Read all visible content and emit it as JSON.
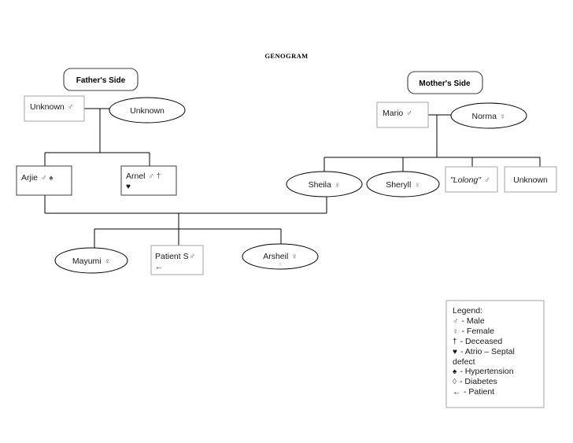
{
  "page": {
    "title": "GENOGRAM",
    "background": "#ffffff",
    "line_color": "#000000"
  },
  "banners": {
    "fathers_side": "Father's Side",
    "mothers_side": "Mother's Side"
  },
  "fathers_side": {
    "grandparents": [
      {
        "id": "f-gf",
        "label": "Unknown",
        "symbol": "♂",
        "shape": "rect"
      },
      {
        "id": "f-gm",
        "label": "Unknown",
        "symbol": "",
        "shape": "ellipse"
      }
    ],
    "children": [
      {
        "id": "arjie",
        "label": "Arjie",
        "symbol": "♂ ♠",
        "shape": "rect",
        "second_line": ""
      },
      {
        "id": "arnel",
        "label": "Arnel",
        "symbol": "♂ †",
        "shape": "rect",
        "second_line": "♥"
      }
    ]
  },
  "mothers_side": {
    "grandparents": [
      {
        "id": "m-gf",
        "label": "Mario",
        "symbol": "♂",
        "shape": "rect"
      },
      {
        "id": "m-gm",
        "label": "Norma",
        "symbol": "♀",
        "shape": "ellipse"
      }
    ],
    "children": [
      {
        "id": "sheila",
        "label": "Sheila",
        "symbol": "♀",
        "shape": "ellipse"
      },
      {
        "id": "sheryll",
        "label": "Sheryll",
        "symbol": "♀",
        "shape": "ellipse"
      },
      {
        "id": "lolong",
        "label": "\"Lolong\"",
        "symbol": "♂",
        "shape": "rect",
        "italic": true
      },
      {
        "id": "m-unknown",
        "label": "Unknown",
        "symbol": "",
        "shape": "rect"
      }
    ]
  },
  "generation_three": [
    {
      "id": "mayumi",
      "label": "Mayumi",
      "symbol": "♀",
      "shape": "ellipse",
      "second_line": ""
    },
    {
      "id": "patient-s",
      "label": "Patient S",
      "symbol": "♂",
      "shape": "rect",
      "second_line": "←"
    },
    {
      "id": "arsheil",
      "label": "Arsheil",
      "symbol": "♀",
      "shape": "ellipse",
      "second_line": "◊"
    }
  ],
  "legend": {
    "heading": "Legend:",
    "items": [
      {
        "symbol": "♂",
        "text": "- Male"
      },
      {
        "symbol": "♀",
        "text": "- Female"
      },
      {
        "symbol": "†",
        "text": "- Deceased"
      },
      {
        "symbol": "♥",
        "text": "- Atrio – Septal"
      },
      {
        "symbol": "",
        "text": "defect"
      },
      {
        "symbol": "♠",
        "text": "- Hypertension"
      },
      {
        "symbol": "◊",
        "text": "- Diabetes"
      },
      {
        "symbol": "←",
        "text": "- Patient"
      }
    ]
  }
}
